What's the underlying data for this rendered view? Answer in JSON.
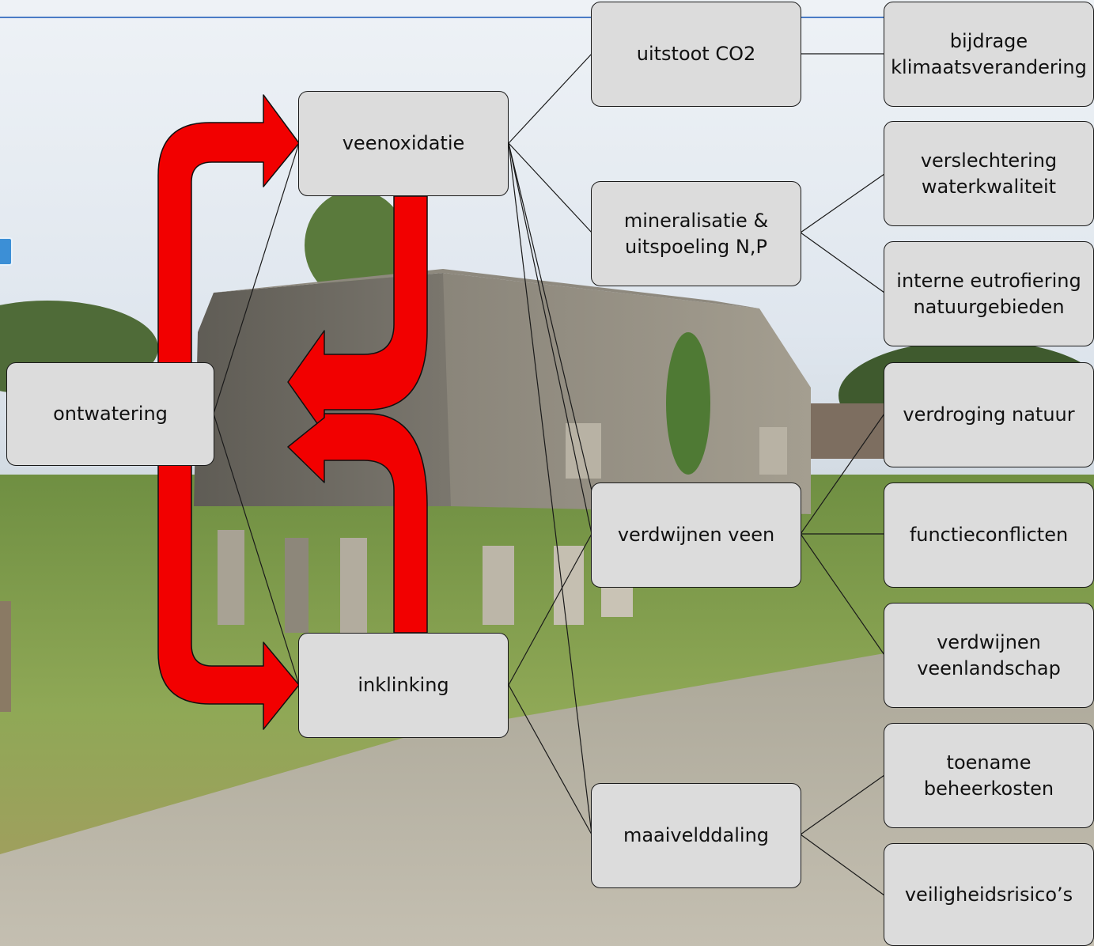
{
  "colors": {
    "arrow": "#f20000",
    "box_fill": "#dcdcdc",
    "connector": "#1a1a1a",
    "top_rule": "#4a7cc6"
  },
  "nodes": {
    "ontwatering": "ontwatering",
    "veenoxidatie": "veenoxidatie",
    "inklinking": "inklinking",
    "uitstoot_co2": "uitstoot CO2",
    "mineralisatie": "mineralisatie &\nuitspoeling N,P",
    "verdwijnen_veen": "verdwijnen veen",
    "maaivelddaling": "maaivelddaling",
    "bijdrage_klimaat": "bijdrage\nklimaatsverandering",
    "verslechtering_water": "verslechtering\nwaterkwaliteit",
    "interne_eutrofiering": "interne eutrofiering\nnatuurgebieden",
    "verdroging_natuur": "verdroging natuur",
    "functieconflicten": "functieconflicten",
    "verdwijnen_veenlandschap": "verdwijnen\nveenlandschap",
    "toename_beheerkosten": "toename\nbeheerkosten",
    "veiligheidsrisicos": "veiligheidsrisico’s"
  }
}
